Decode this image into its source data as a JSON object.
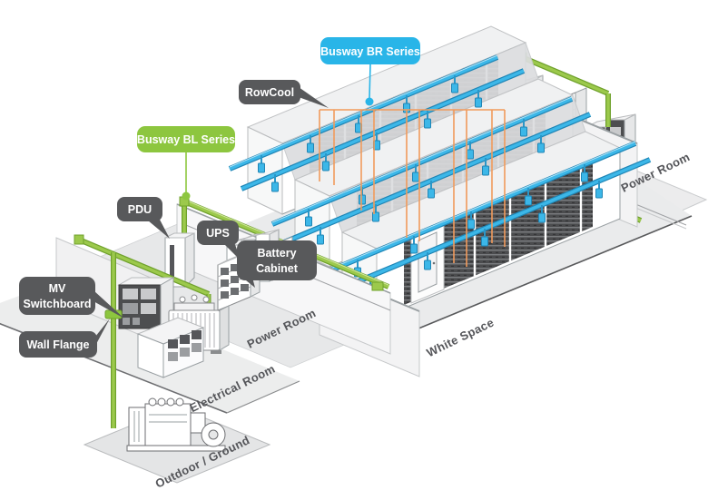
{
  "badges": {
    "busway_br": {
      "label": "Busway BR Series"
    },
    "rowcool": {
      "label": "RowCool"
    },
    "busway_bl": {
      "label": "Busway BL Series"
    },
    "pdu": {
      "label": "PDU"
    },
    "ups": {
      "label": "UPS"
    },
    "battery_cabinet": {
      "line1": "Battery",
      "line2": "Cabinet"
    },
    "mv_switchboard": {
      "line1": "MV",
      "line2": "Switchboard"
    },
    "wall_flange": {
      "label": "Wall Flange"
    }
  },
  "rooms": {
    "power_room_right": "Power Room",
    "power_room_mid": "Power Room",
    "electrical_room": "Electrical Room",
    "white_space": "White Space",
    "outdoor_ground": "Outdoor / Ground"
  },
  "colors": {
    "busway_br_blue": "#29b5e8",
    "busway_bl_green": "#8dc63f",
    "badge_gray": "#58595b",
    "rowcool_orange": "#f19a5b",
    "room_text": "#55565a"
  }
}
